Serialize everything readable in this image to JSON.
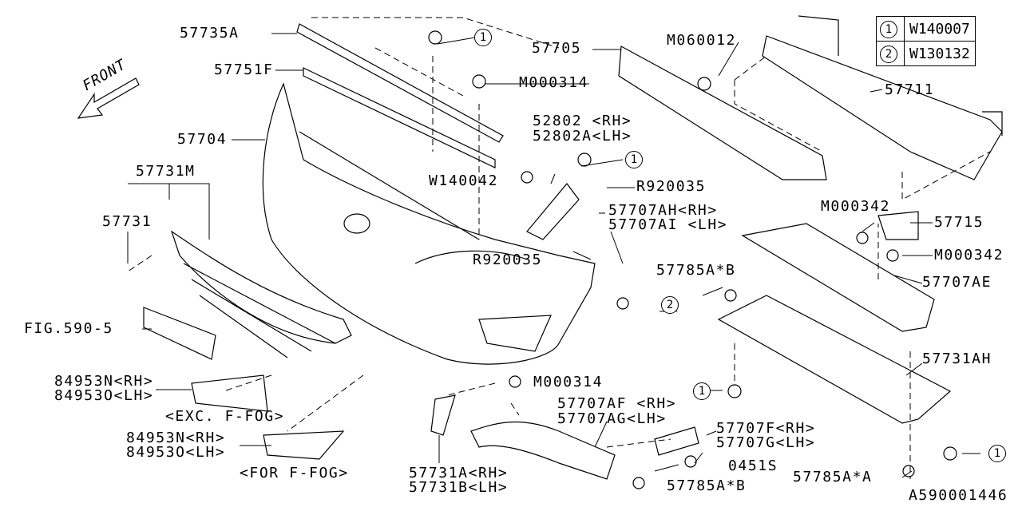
{
  "legend": [
    {
      "num": "1",
      "part": "W140007"
    },
    {
      "num": "2",
      "part": "W130132"
    }
  ],
  "front": "FRONT",
  "labels": {
    "p57735A": "57735A",
    "p57751F": "57751F",
    "p57704": "57704",
    "p57731M": "57731M",
    "p57731": "57731",
    "fig": "FIG.590-5",
    "p84953N_a": "84953N<RH>",
    "p84953O_a": "84953O<LH>",
    "exc_fog": "<EXC. F-FOG>",
    "p84953N_b": "84953N<RH>",
    "p84953O_b": "84953O<LH>",
    "for_fog": "<FOR F-FOG>",
    "p57731A": "57731A<RH>",
    "p57731B": "57731B<LH>",
    "m000314_top": "M000314",
    "m000314_bot": "M000314",
    "p57707AF": "57707AF <RH>",
    "p57707AG": "57707AG<LH>",
    "p57785AB_bot": "57785A*B",
    "p57707F": "57707F<RH>",
    "p57707G": "57707G<LH>",
    "p0451S": "0451S",
    "p57785AA": "57785A*A",
    "diagram_id": "A590001446",
    "p57731AH": "57731AH",
    "p57707AE": "57707AE",
    "m000342_r": "M000342",
    "m000342_t": "M000342",
    "p57715": "57715",
    "p57785AB_mid": "57785A*B",
    "p57707AH": "57707AH<RH>",
    "p57707AI": "57707AI <LH>",
    "r920035_r": "R920035",
    "r920035_l": "R920035",
    "w140042": "W140042",
    "p52802": "52802 <RH>",
    "p52802A": "52802A<LH>",
    "p57705": "57705",
    "m060012": "M060012",
    "p57711": "57711"
  },
  "callouts": {
    "one": "1",
    "two": "2"
  }
}
